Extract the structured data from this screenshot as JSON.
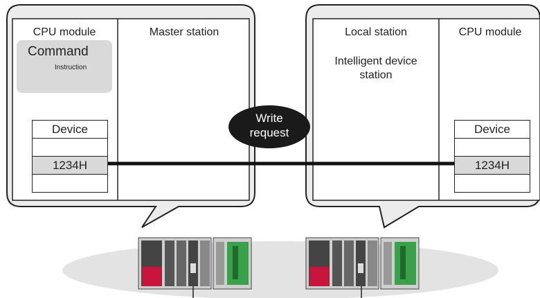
{
  "left_panel": {
    "cpu_label": "CPU module",
    "station_label": "Master station",
    "command_title": "Command",
    "instruction_label": "Instruction",
    "device_header": "Device",
    "device_value": "1234H"
  },
  "right_panel": {
    "station_label": "Local station",
    "station_label_2_line1": "Intelligent device",
    "station_label_2_line2": "station",
    "cpu_label": "CPU module",
    "device_header": "Device",
    "device_value": "1234H"
  },
  "request_bubble": {
    "line1": "Write",
    "line2": "request"
  },
  "colors": {
    "panel_fill": "#ececec",
    "gray_fill": "#d9d9d9",
    "bubble_fill": "#1a1a1a",
    "plc_red": "#c8143c",
    "plc_green": "#3aa14a",
    "outline": "#222222"
  }
}
